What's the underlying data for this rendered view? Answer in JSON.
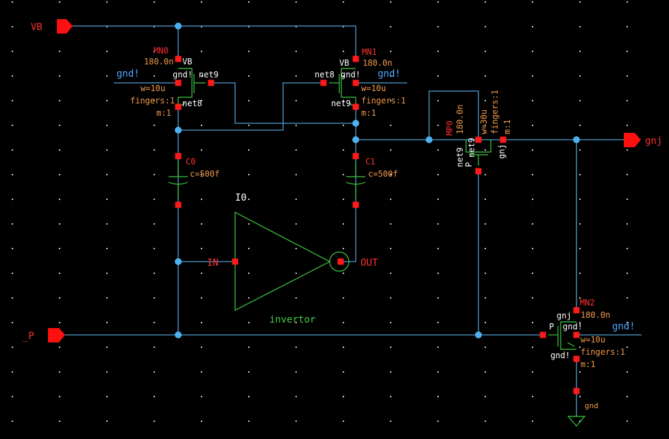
{
  "colors": {
    "background": "#000000",
    "wire": "#4f9fd6",
    "device": "#3fcf3f",
    "pin": "#ff1a1a",
    "dot_grid": "#d0d0d0",
    "junction": "#4fb0f0",
    "name_text": "#ff3030",
    "param_text": "#f29a4a",
    "net_text": "#ffffff",
    "green_text": "#3fcf3f",
    "blue_text": "#4fa8ff"
  },
  "pins": {
    "vb": "VB",
    "p": "_P",
    "gnj": "gnj"
  },
  "mn0": {
    "name": "MN0",
    "length": "180.0n",
    "gate": "VB",
    "source": "gnd!",
    "drain": "net9",
    "bulk": "gnd!",
    "width": "w=10u",
    "fingers": "fingers:1",
    "m": "m:1",
    "net_bottom": "net8"
  },
  "mn1": {
    "name": "MN1",
    "length": "180.0n",
    "gate": "VB",
    "source": "gnd!",
    "drain": "net8",
    "bulk": "gnd!",
    "width": "w=10u",
    "fingers": "fingers:1",
    "m": "m:1",
    "net_bottom": "net9"
  },
  "mp0": {
    "name": "MP0",
    "length": "180.0n",
    "width": "w=30u",
    "fingers": "fingers:1",
    "m": "m:1",
    "net_a": "net9",
    "net_b": "net9",
    "gate": "P",
    "bulk": "gnj"
  },
  "mn2": {
    "name": "MN2",
    "length": "180.0n",
    "drain": "gnj",
    "gate": "P",
    "bulk": "gnd!",
    "source": "gnd!",
    "width": "w=10u",
    "fingers": "fingers:1",
    "m": "m:1"
  },
  "c0": {
    "name": "C0",
    "value": "c=500f"
  },
  "c1": {
    "name": "C1",
    "value": "c=500f"
  },
  "inverter": {
    "instance": "I0",
    "cell": "invertor",
    "in_pin": "IN",
    "out_pin": "OUT"
  },
  "ground": {
    "label": "gnd"
  }
}
